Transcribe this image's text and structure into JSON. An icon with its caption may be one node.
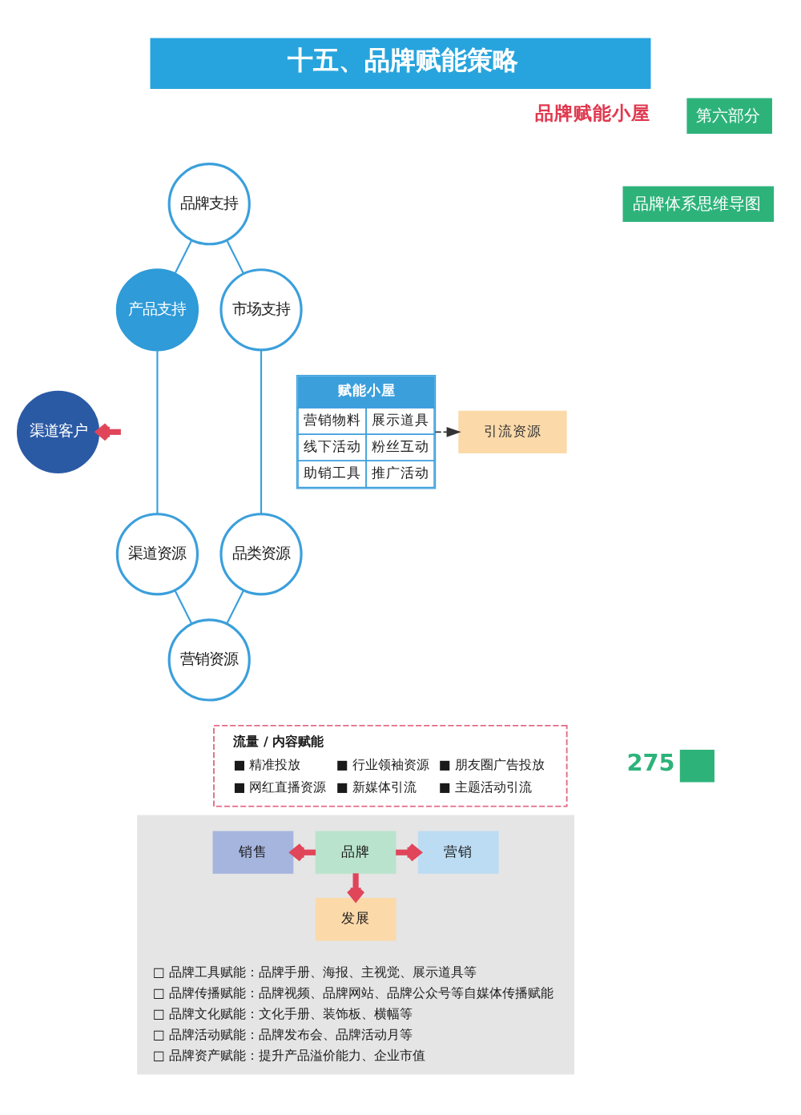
{
  "diagram": {
    "title": "十五、品牌赋能策略",
    "nodes": [
      {
        "text": [
          "品牌支持"
        ]
      },
      {
        "text": [
          "产品支持"
        ]
      },
      {
        "text": [
          "市场支持"
        ]
      },
      {
        "text": [
          "赋能小屋",
          "营销物料",
          "展示道具",
          "线下活动",
          "粉丝互动",
          "助销工具",
          "推广活动"
        ]
      },
      {
        "text": [
          "渠道客户"
        ]
      },
      {
        "text": [
          "引流资源"
        ]
      },
      {
        "text": [
          "渠道资源"
        ]
      },
      {
        "text": [
          "品类资源"
        ]
      },
      {
        "text": [
          "营销资源"
        ]
      },
      {
        "text": [
          "流量 / 内容赋能",
          "■ 精准投放",
          "■ 行业领袖资源",
          "■ 朋友圈广告投放",
          "■ 网红直播资源",
          "■ 新媒体引流",
          "■ 主题活动引流"
        ]
      },
      {
        "text": [
          "□ 品牌工具赋能：品牌手册、海报、主视觉、展示道具等",
          "□ 品牌传播赋能：品牌视频、品牌网站、品牌公众号等自媒体传播赋能",
          "□ 品牌文化赋能：文化手册、装饰板、横幅等",
          "□ 品牌活动赋能：品牌发布会、品牌活动月等",
          "□ 品牌资产赋能：提升产品溢价能力、企业市值"
        ]
      },
      {
        "text": [
          "销售"
        ],
        "in": 10
      },
      {
        "text": [
          "品牌"
        ],
        "in": 10
      },
      {
        "text": [
          "营销"
        ],
        "in": 10
      },
      {
        "text": [
          "发展"
        ],
        "in": 10
      }
    ],
    "edges": [
      {
        "from": 0,
        "to": 1,
        "arrow": "none"
      },
      {
        "from": 0,
        "to": 2,
        "arrow": "none"
      },
      {
        "from": 1,
        "to": 6,
        "arrow": "none"
      },
      {
        "from": 2,
        "to": 7,
        "arrow": "none"
      },
      {
        "from": 6,
        "to": 8,
        "arrow": "none"
      },
      {
        "from": 7,
        "to": 8,
        "arrow": "none"
      },
      {
        "from": null,
        "to": 4,
        "arrow": "to",
        "style": "thick",
        "color": "#e0455a"
      },
      {
        "from": 3,
        "to": 5,
        "arrow": "to",
        "style": "dashed",
        "color": "#333333"
      },
      {
        "from": 12,
        "to": 11,
        "arrow": "to",
        "style": "thick",
        "color": "#e0455a"
      },
      {
        "from": 12,
        "to": 13,
        "arrow": "to",
        "style": "thick",
        "color": "#e0455a"
      },
      {
        "from": 12,
        "to": 14,
        "arrow": "to",
        "style": "thick",
        "color": "#e0455a"
      }
    ],
    "labels": [
      "第六部分",
      "品牌体系思维导图",
      "品牌赋能小屋",
      "275"
    ]
  }
}
